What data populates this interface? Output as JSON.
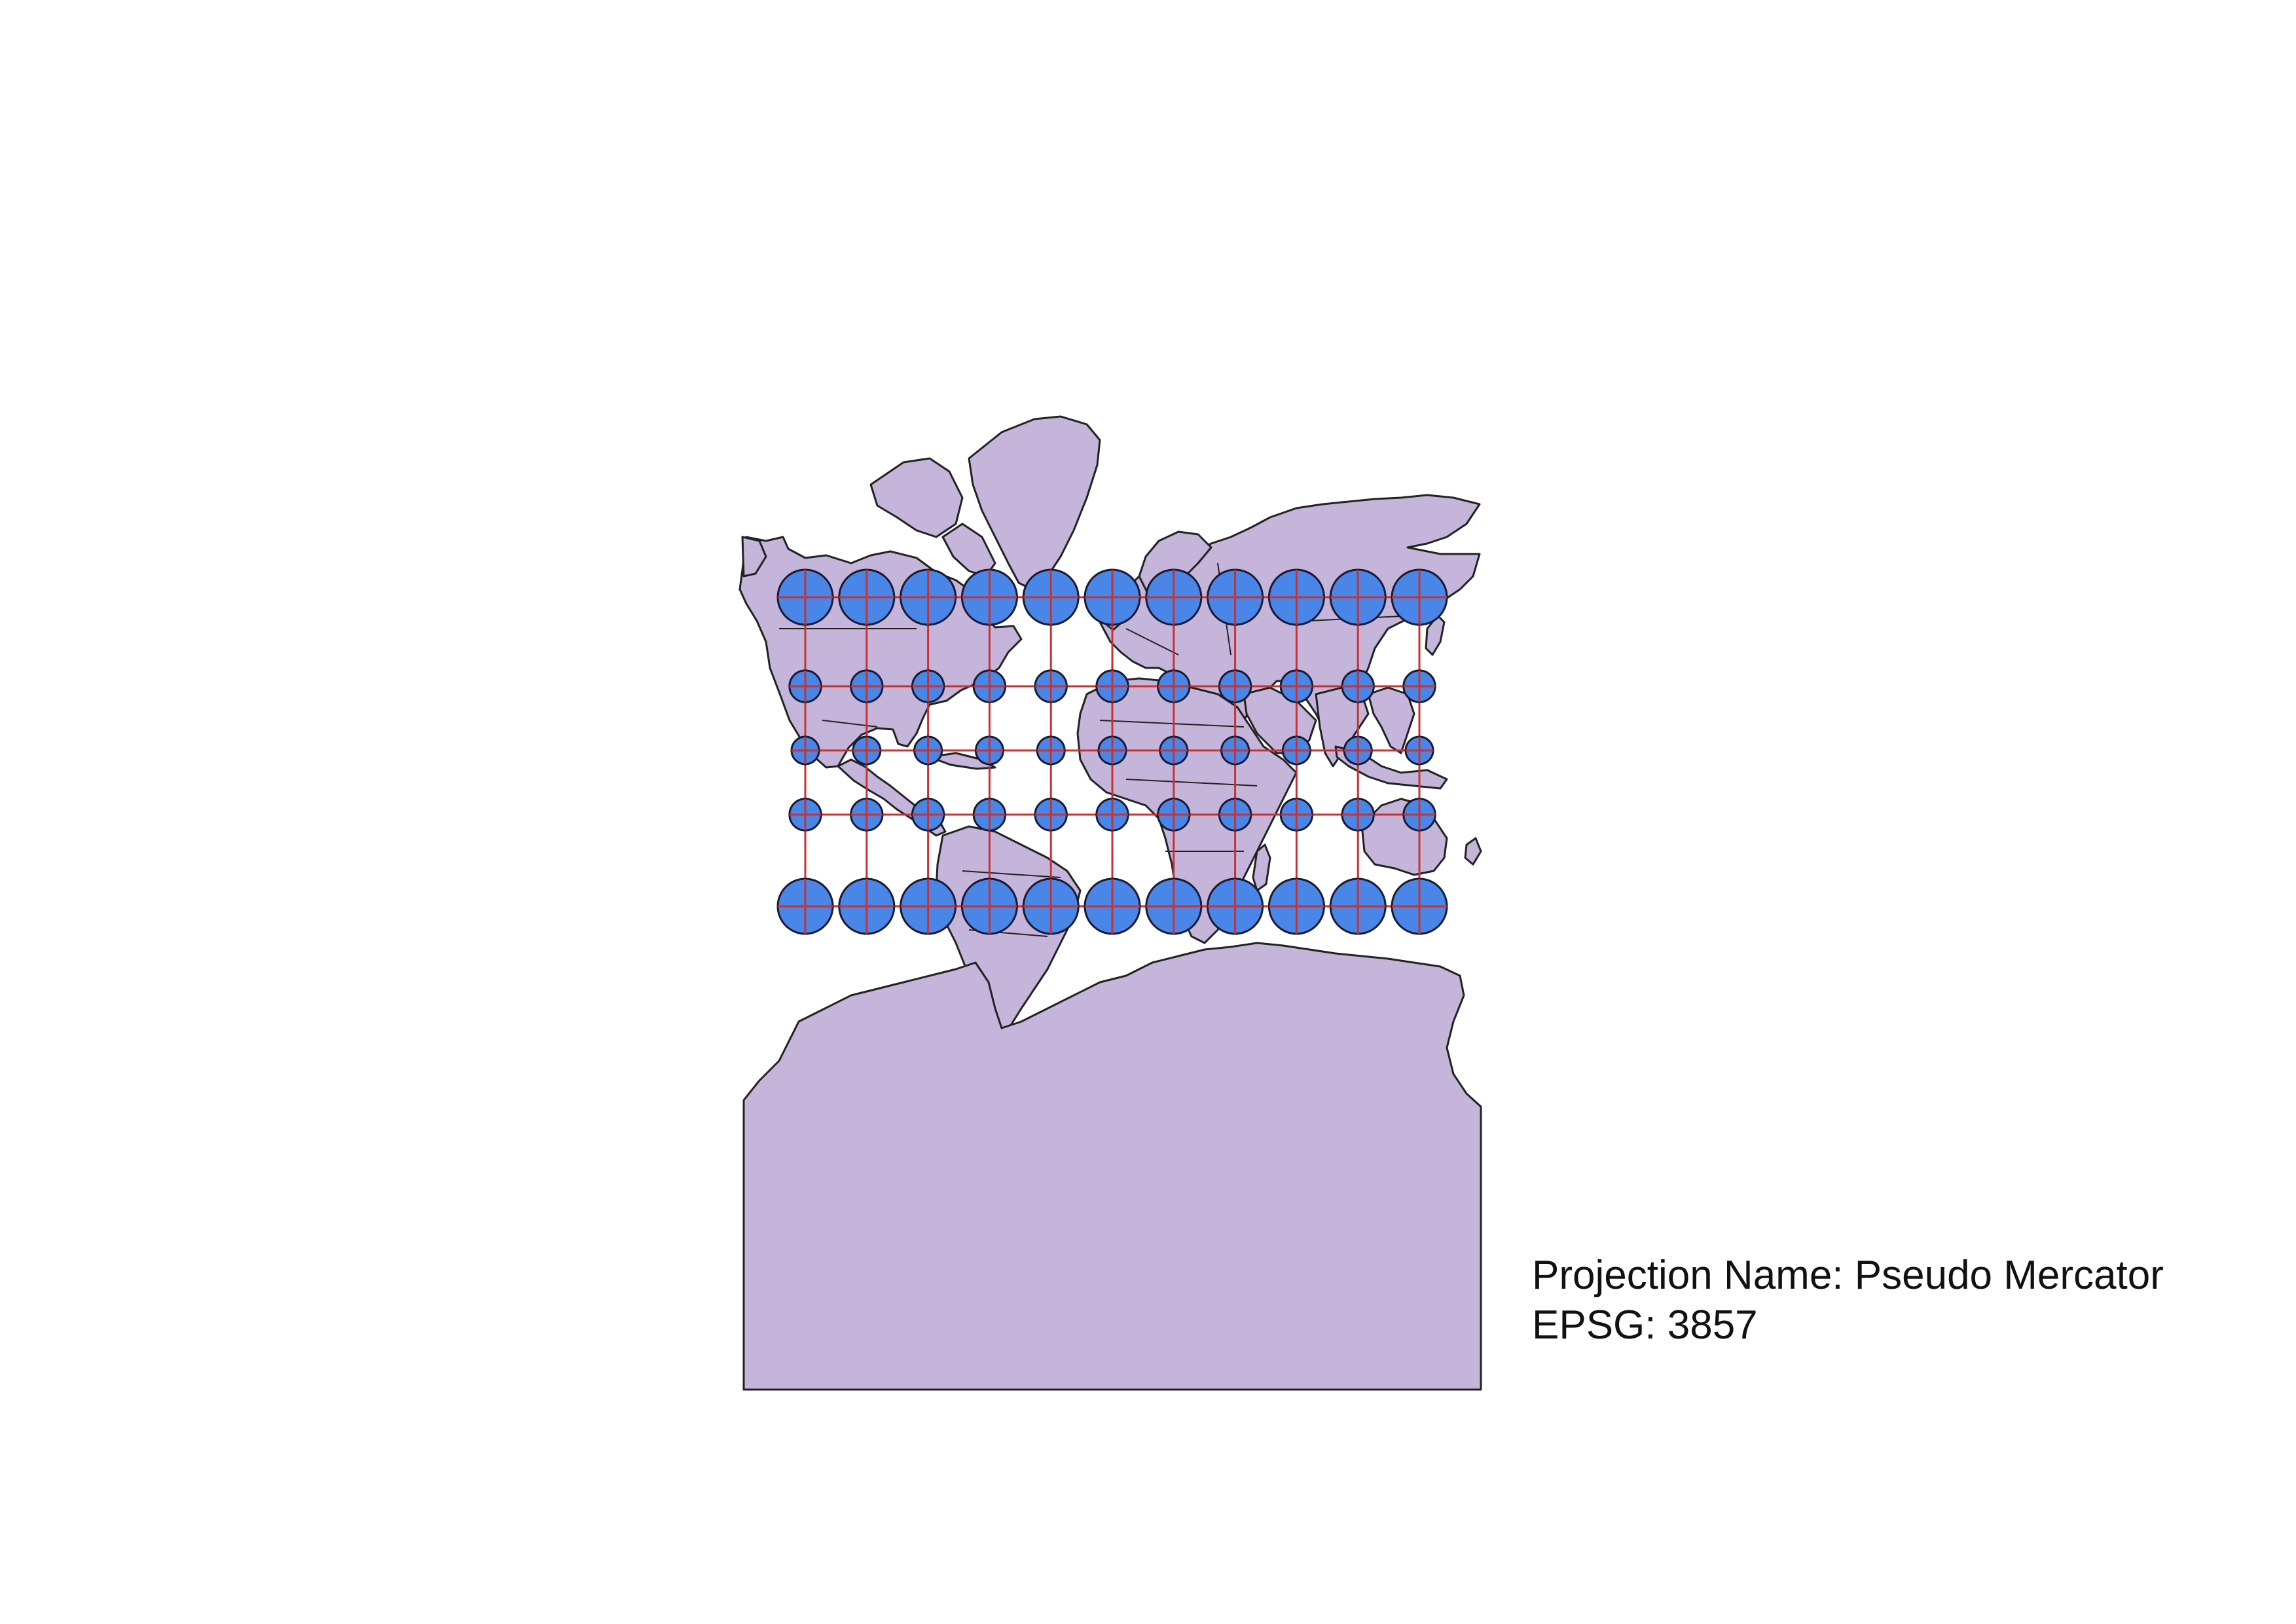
{
  "projection": {
    "name_line": "Projection Name: Pseudo Mercator",
    "epsg_line": "EPSG: 3857",
    "name": "Pseudo Mercator",
    "epsg": 3857
  },
  "map": {
    "land_color": "#c5b5db",
    "outline_color": "#222222",
    "graticule_color": "#c83232",
    "indicatrix_color": "#4a86e8",
    "graticule_longitudes": [
      -180,
      -144,
      -108,
      -72,
      -36,
      0,
      36,
      72,
      108,
      144,
      180
    ],
    "graticule_latitudes": [
      60,
      30,
      0,
      -30,
      -60
    ],
    "indicatrix_relative_size_by_latitude": {
      "60": 2.0,
      "30": 1.15,
      "0": 1.0,
      "-30": 1.15,
      "-60": 2.0
    }
  }
}
